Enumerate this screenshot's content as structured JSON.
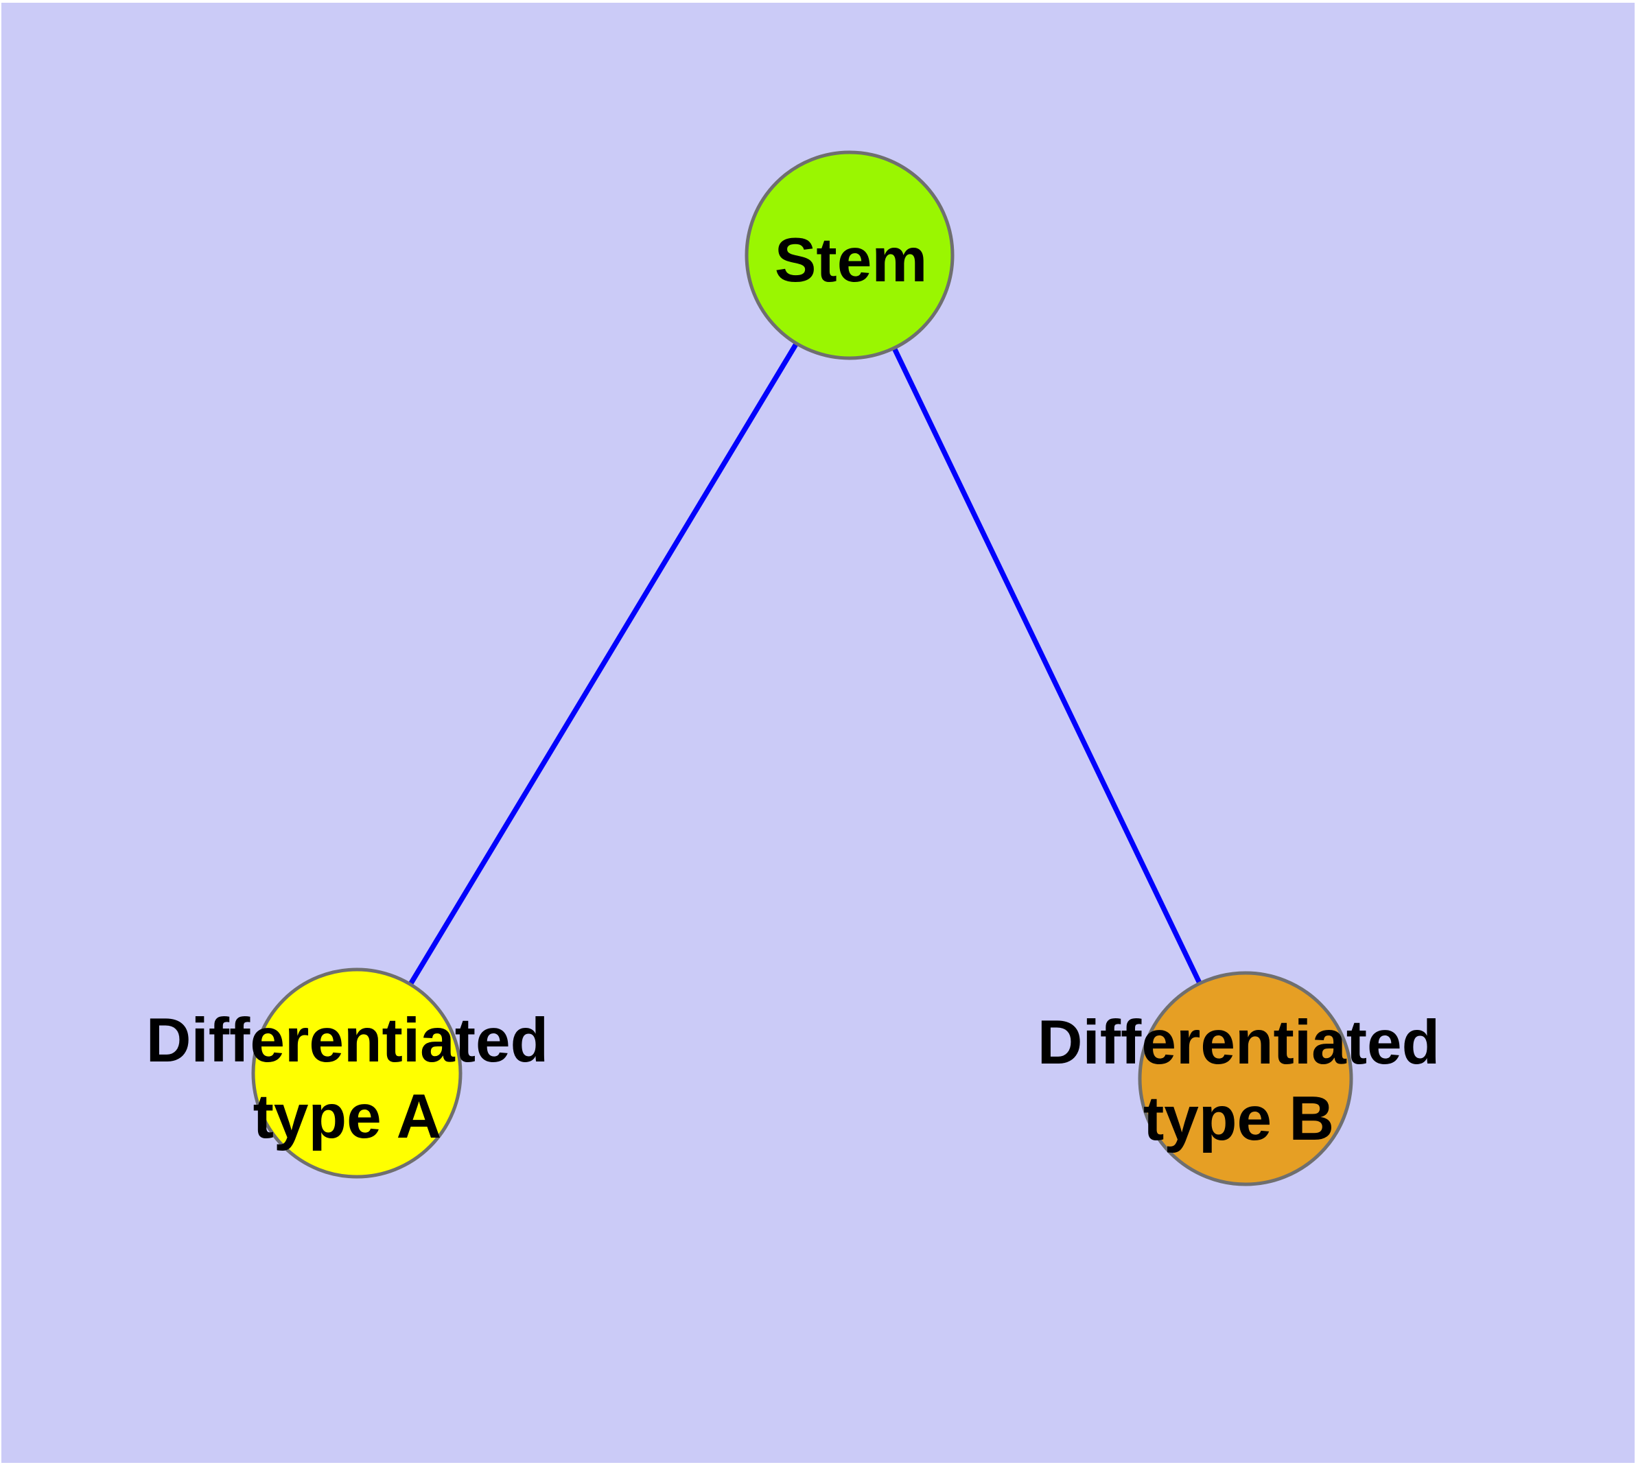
{
  "diagram_type": "undirected-graph",
  "colors": {
    "frame": "#FFFFFF",
    "background": "#CBCBF7",
    "edge": "#0202FC",
    "node_border": "#6F6F6F",
    "label_text": "#000000"
  },
  "graph": {
    "nodes": [
      {
        "id": "stem",
        "label": "Stem",
        "line1": "Stem",
        "line2": "",
        "color": "#9AF601"
      },
      {
        "id": "differentiated-type-a",
        "label": "Differentiated type A",
        "line1": "Differentiated",
        "line2": "type A",
        "color": "#FFFF00"
      },
      {
        "id": "differentiated-type-b",
        "label": "Differentiated type B",
        "line1": "Differentiated",
        "line2": "type B",
        "color": "#E69F24"
      }
    ],
    "edges": [
      {
        "from": "Stem",
        "to": "Differentiated type A"
      },
      {
        "from": "Stem",
        "to": "Differentiated type B"
      }
    ]
  }
}
